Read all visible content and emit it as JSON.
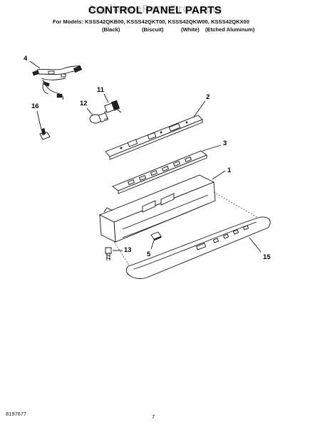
{
  "header": {
    "watermark": "AppliancePartsPros.com",
    "title": "CONTROL PANEL PARTS",
    "models": "For Models: KSSS42QKB00, KSSS42QKT00, KSSS42QKW00, KSSS42QKX00",
    "colors": [
      "(Black)",
      "(Biscuit)",
      "(White)",
      "(Etched Aluminum)"
    ]
  },
  "callouts": {
    "wire_harness": "4",
    "bulb_socket": "11",
    "light_bulb": "12",
    "clip_16": "16",
    "control_board": "2",
    "membrane_panel": "3",
    "control_housing": "1",
    "screw": "13",
    "spacer": "5",
    "control_panel_trim": "15"
  },
  "footer": {
    "doc_number": "8197677",
    "page_number": "7"
  }
}
